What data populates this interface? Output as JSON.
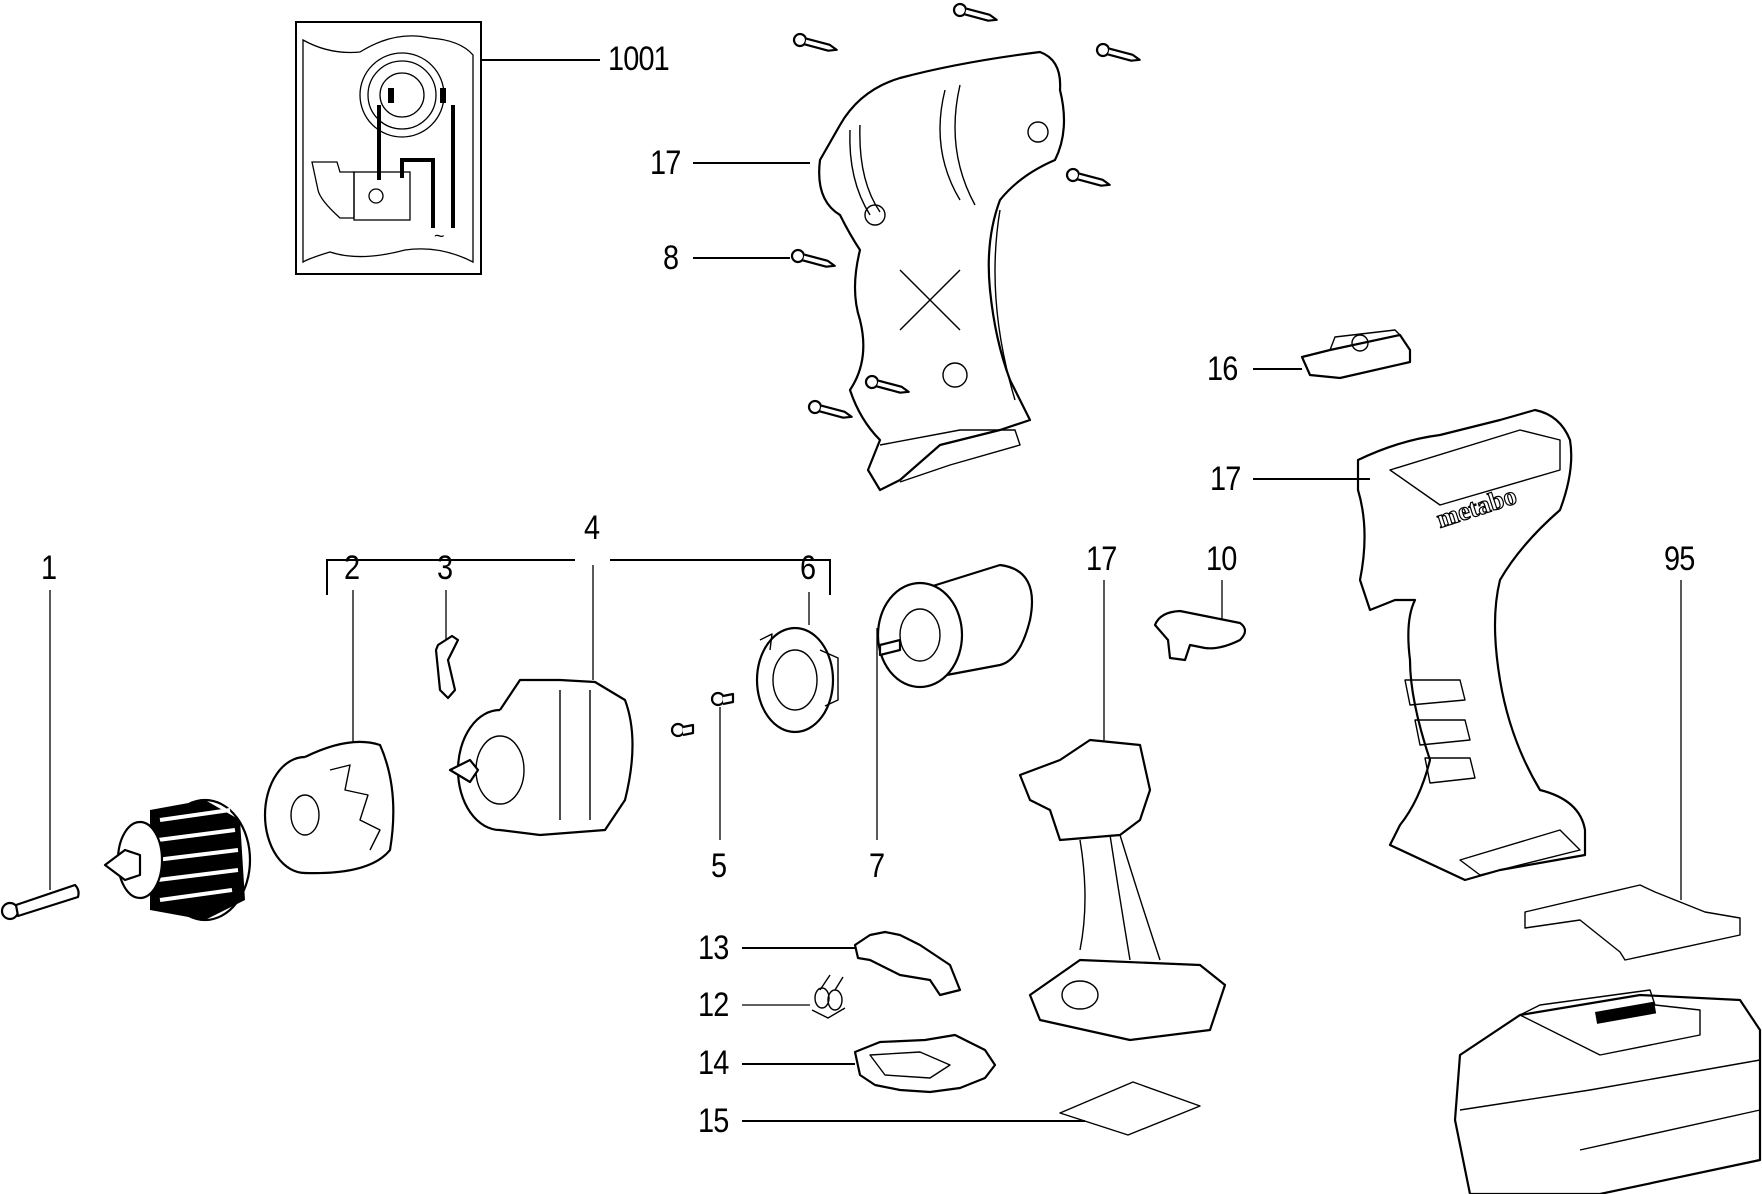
{
  "diagram": {
    "title": "Cordless drill exploded parts view",
    "brand_mark": "metabo",
    "wiring_inset": {
      "label": "1001",
      "ac_symbol": "~"
    },
    "callouts": [
      {
        "id": "c1001",
        "text": "1001",
        "part": "wiring diagram"
      },
      {
        "id": "c17a",
        "text": "17",
        "part": "housing half (left)"
      },
      {
        "id": "c8",
        "text": "8",
        "part": "housing screw"
      },
      {
        "id": "c16",
        "text": "16",
        "part": "rotation switch slide"
      },
      {
        "id": "c17b",
        "text": "17",
        "part": "housing half (right, branded)"
      },
      {
        "id": "c95",
        "text": "95",
        "part": "battery cover plate"
      },
      {
        "id": "c1",
        "text": "1",
        "part": "chuck screw"
      },
      {
        "id": "c2",
        "text": "2",
        "part": "torque collar"
      },
      {
        "id": "c3",
        "text": "3",
        "part": "spring clip"
      },
      {
        "id": "c4",
        "text": "4",
        "part": "gearbox assembly"
      },
      {
        "id": "c6",
        "text": "6",
        "part": "motor flange"
      },
      {
        "id": "c17c",
        "text": "17",
        "part": "switch"
      },
      {
        "id": "c10",
        "text": "10",
        "part": "gear selector"
      },
      {
        "id": "c5",
        "text": "5",
        "part": "screw"
      },
      {
        "id": "c7",
        "text": "7",
        "part": "motor"
      },
      {
        "id": "c13",
        "text": "13",
        "part": "battery latch"
      },
      {
        "id": "c12",
        "text": "12",
        "part": "spring"
      },
      {
        "id": "c14",
        "text": "14",
        "part": "battery lock"
      },
      {
        "id": "c15",
        "text": "15",
        "part": "label"
      }
    ]
  }
}
